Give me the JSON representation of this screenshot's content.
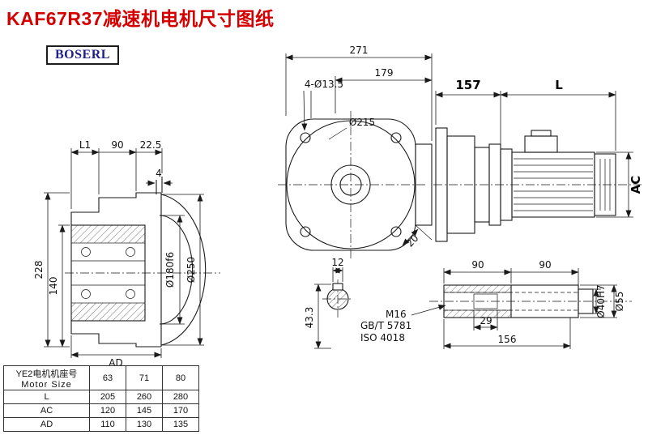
{
  "page": {
    "title": "KAF67R37减速机电机尺寸图纸",
    "brand": "BOSERL"
  },
  "front_view": {
    "dim_271": "271",
    "dim_179": "179",
    "bolt_holes": "4-Ø13.5",
    "flange_dia": "Ø215",
    "dim_20": "20"
  },
  "side_view": {
    "dim_157": "157",
    "dim_L": "L",
    "dim_AC": "AC"
  },
  "left_view": {
    "dim_L1": "L1",
    "dim_90": "90",
    "dim_22_5": "22.5",
    "dim_4": "4",
    "dim_228": "228",
    "dim_140": "140",
    "dim_AD": "AD",
    "dia_180": "Ø180f6",
    "dia_250": "Ø250"
  },
  "pin_view": {
    "dim_12": "12",
    "dim_43_3": "43.3"
  },
  "shaft_view": {
    "dim_90a": "90",
    "dim_90b": "90",
    "thread": "M16",
    "std_gb": "GB/T 5781",
    "std_iso": "ISO 4018",
    "dim_29": "29",
    "dim_156": "156",
    "dia_40": "Ø40H7",
    "dia_55": "Ø55"
  },
  "table": {
    "header_col_line1": "YE2电机机座号",
    "header_col_line2": "Motor Size",
    "sizes": [
      "63",
      "71",
      "80"
    ],
    "rows": [
      {
        "label": "L",
        "values": [
          "205",
          "260",
          "280"
        ]
      },
      {
        "label": "AC",
        "values": [
          "120",
          "145",
          "170"
        ]
      },
      {
        "label": "AD",
        "values": [
          "110",
          "130",
          "135"
        ]
      }
    ]
  }
}
